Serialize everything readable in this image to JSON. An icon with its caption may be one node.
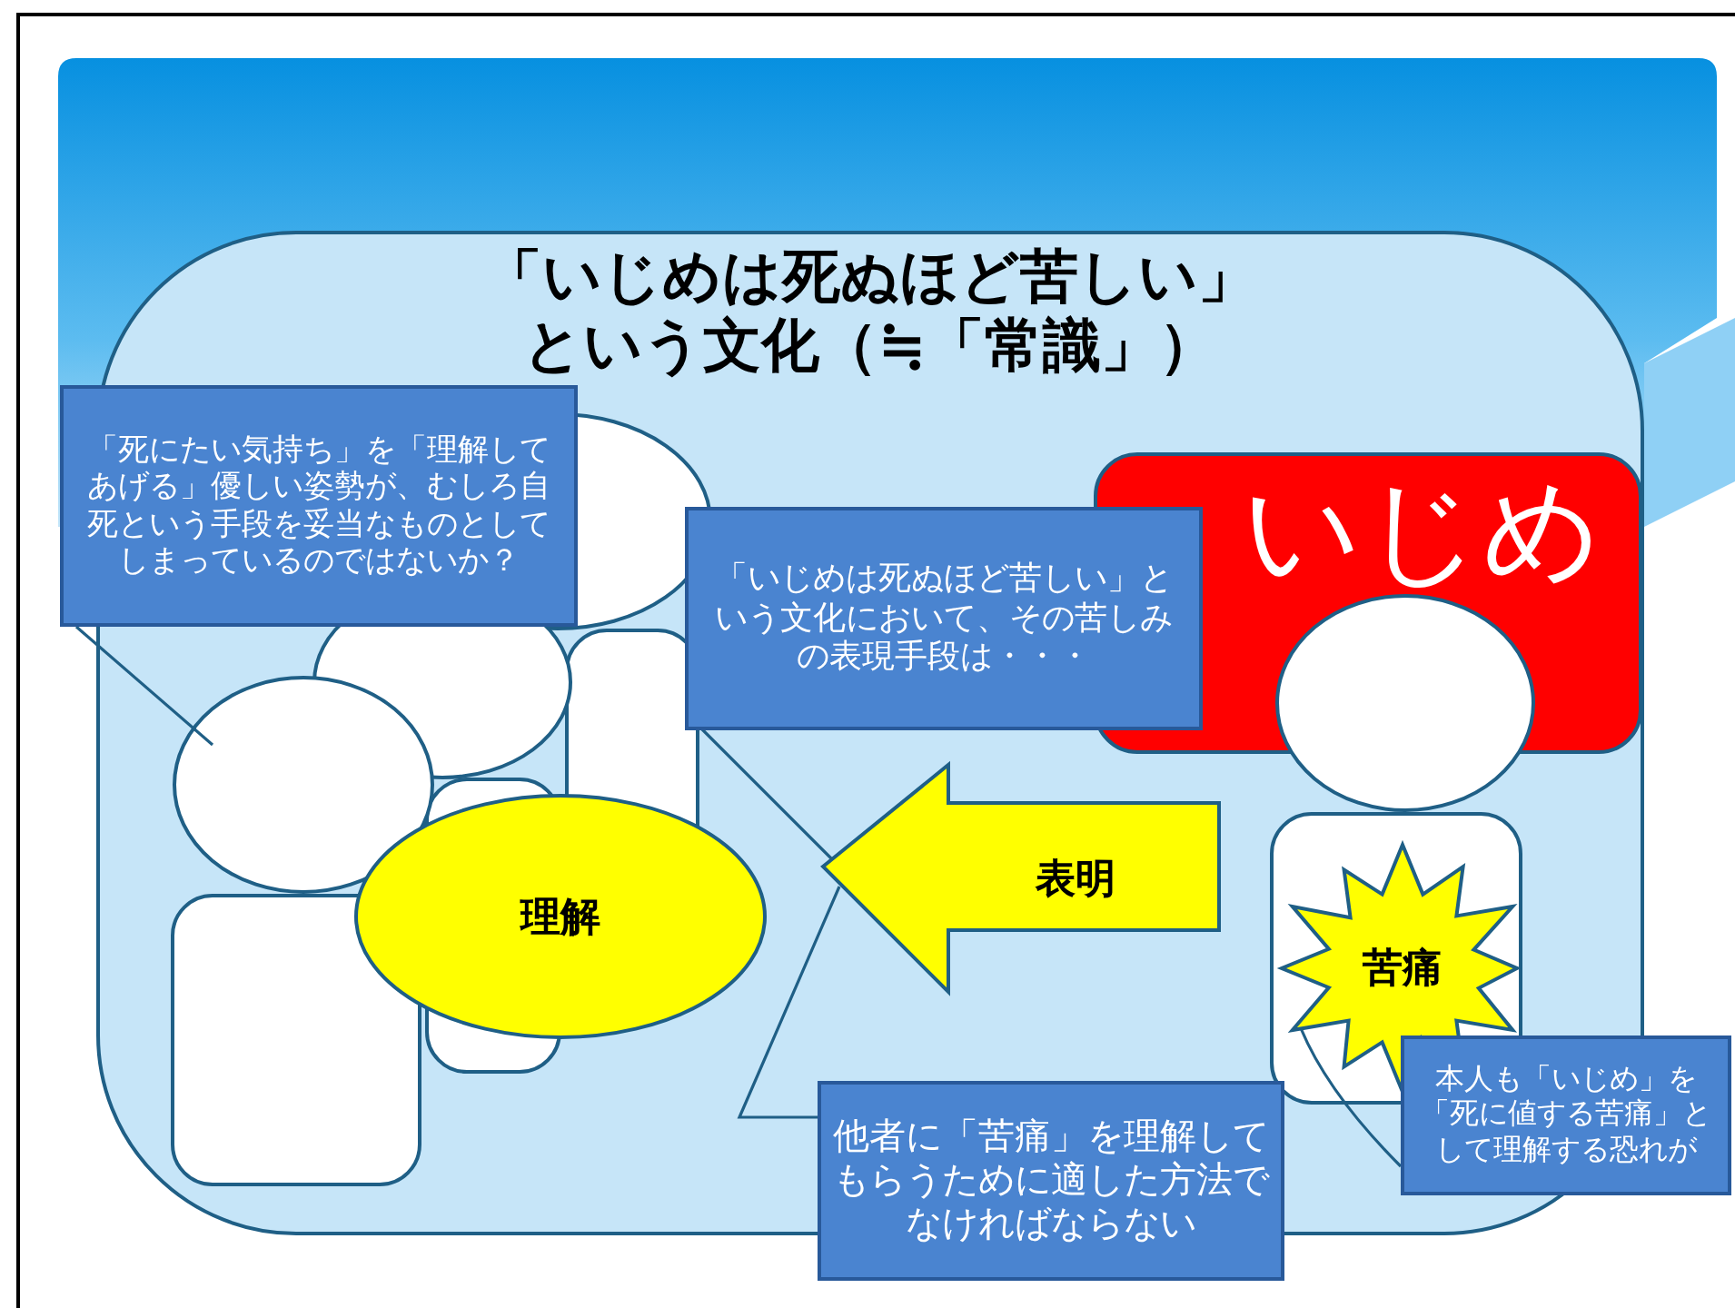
{
  "diagram": {
    "nodes": [
      {
        "text": [
          "「いじめは死ぬほど苦しい」という文化（≒「常識」）"
        ]
      },
      {
        "text": [
          "「死にたい気持ち」を「理解してあげる」優しい姿勢が、むしろ自死という手段を妥当なものとしてしまっているのではないか？"
        ]
      },
      {
        "text": [],
        "shape": "person",
        "in": 0
      },
      {
        "text": [],
        "shape": "person",
        "in": 0
      },
      {
        "text": [],
        "shape": "person",
        "in": 0
      },
      {
        "text": [
          "「いじめは死ぬほど苦しい」という文化において、その苦しみの表現手段は・・・"
        ],
        "in": 0
      },
      {
        "text": [
          "いじめ"
        ],
        "in": 0
      },
      {
        "text": [],
        "shape": "person",
        "in": 0
      },
      {
        "text": [
          "表明"
        ],
        "in": 0
      },
      {
        "text": [
          "理解"
        ],
        "in": 0
      },
      {
        "text": [
          "苦痛"
        ],
        "in": 7
      },
      {
        "text": [
          "他者に「苦痛」を理解してもらうために適した方法でなければならない"
        ]
      },
      {
        "text": [
          "本人も「いじめ」を「死に値する苦痛」として理解する恐れが"
        ]
      }
    ],
    "edges": [
      {
        "from": 1,
        "to": 4,
        "arrow": "none"
      },
      {
        "from": 5,
        "to": 8,
        "arrow": "none"
      },
      {
        "from": 11,
        "to": 8,
        "arrow": "none"
      },
      {
        "from": 12,
        "to": 10,
        "arrow": "none"
      }
    ]
  }
}
